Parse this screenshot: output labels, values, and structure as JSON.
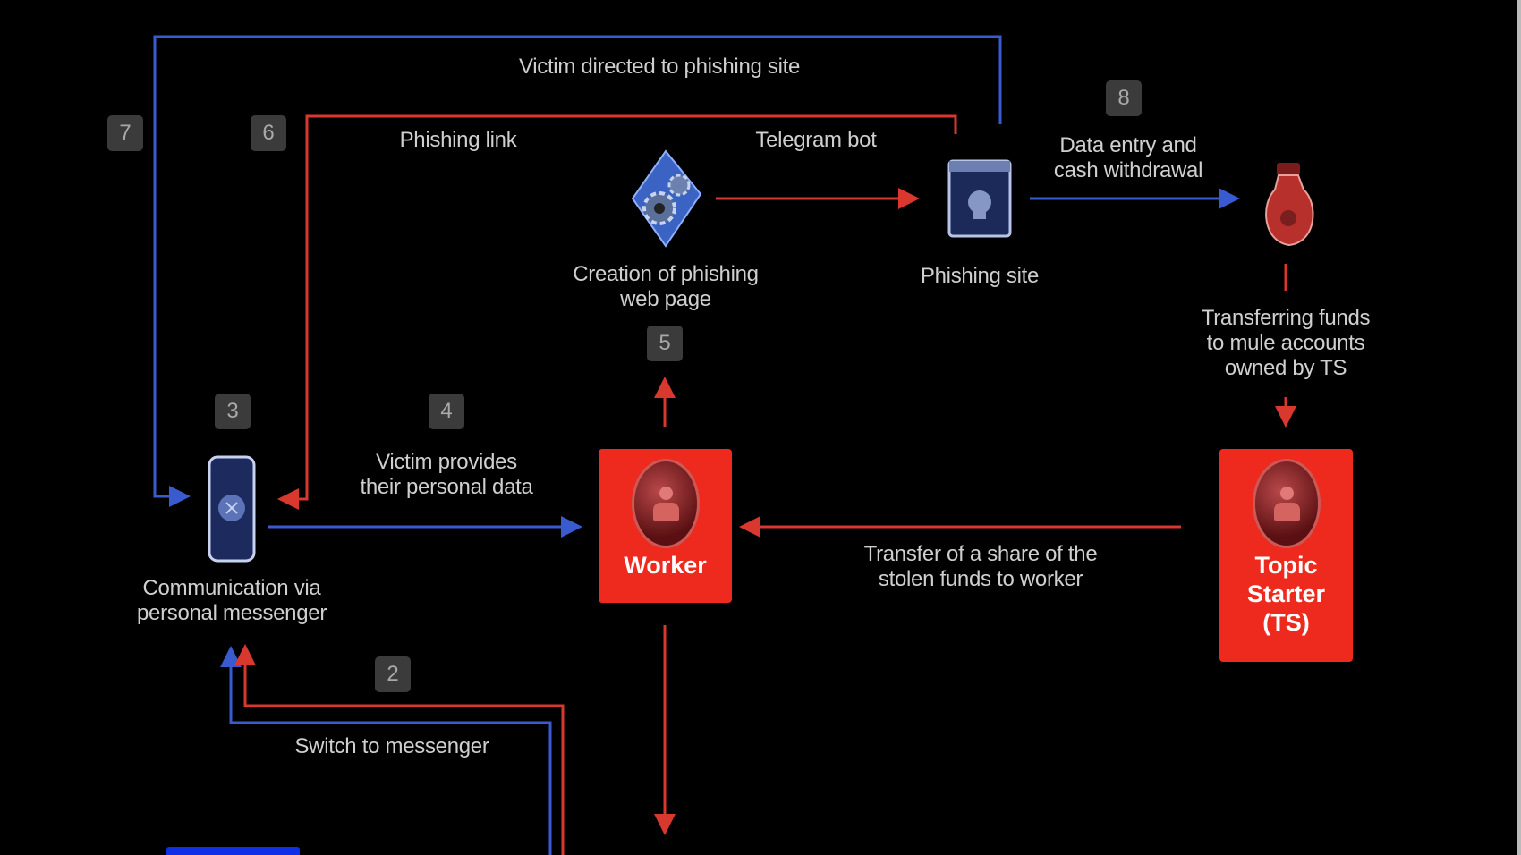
{
  "labels": {
    "victim_directed": "Victim directed to phishing site",
    "phishing_link": "Phishing link",
    "telegram_bot": "Telegram bot",
    "data_entry": [
      "Data entry and",
      "cash withdrawal"
    ],
    "creation": [
      "Creation of phishing",
      "web page"
    ],
    "phishing_site": "Phishing site",
    "transferring": [
      "Transferring funds",
      "to mule accounts",
      "owned by TS"
    ],
    "victim_provides": [
      "Victim provides",
      "their personal data"
    ],
    "transfer_share": [
      "Transfer of a share of the",
      "stolen funds to worker"
    ],
    "communication": [
      "Communication via",
      "personal messenger"
    ],
    "switch": "Switch to messenger"
  },
  "badges": {
    "b2": "2",
    "b3": "3",
    "b4": "4",
    "b5": "5",
    "b6": "6",
    "b7": "7",
    "b8": "8"
  },
  "nodes": {
    "worker": "Worker",
    "ts": [
      "Topic",
      "Starter",
      "(TS)"
    ]
  },
  "colors": {
    "red": "#d8382e",
    "blue": "#3a5bd0",
    "box": "#ee2a1e",
    "bg": "#000000"
  },
  "icons": [
    "gear-icon",
    "phishing-site-icon",
    "money-bag-icon",
    "phone-icon",
    "avatar-icon"
  ]
}
